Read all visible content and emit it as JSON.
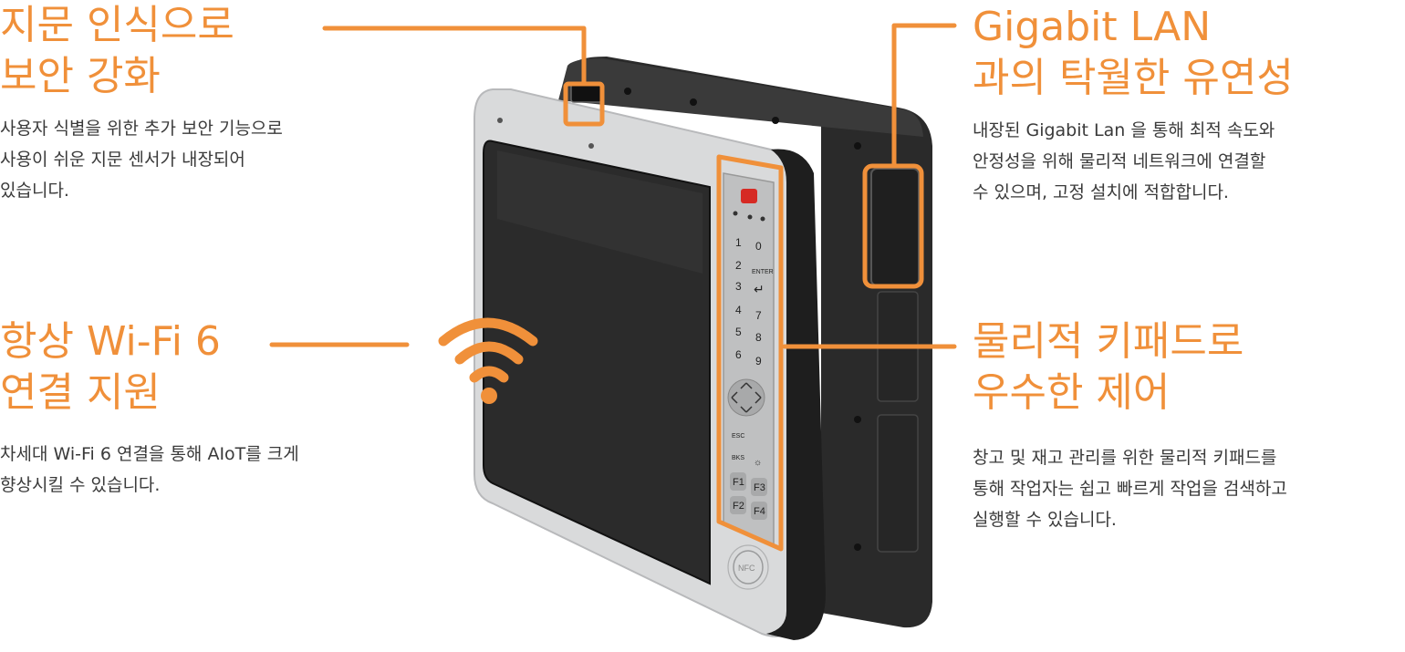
{
  "accent_color": "#f0903a",
  "features": {
    "fingerprint": {
      "title_lines": [
        "지문 인식으로",
        "보안 강화"
      ],
      "desc_lines": [
        "사용자 식별을 위한 추가 보안 기능으로",
        "사용이 쉬운 지문 센서가 내장되어",
        "있습니다."
      ]
    },
    "wifi": {
      "title_lines": [
        "항상 Wi-Fi 6",
        "연결 지원"
      ],
      "desc_lines": [
        "차세대 Wi-Fi 6 연결을 통해 AIoT를 크게",
        "향상시킬 수 있습니다."
      ]
    },
    "lan": {
      "title_lines": [
        "Gigabit LAN",
        "과의 탁월한 유연성"
      ],
      "desc_lines": [
        "내장된 Gigabit Lan 을 통해 최적 속도와",
        "안정성을 위해 물리적 네트워크에 연결할",
        "수 있으며, 고정 설치에 적합합니다."
      ]
    },
    "keypad": {
      "title_lines": [
        "물리적 키패드로",
        "우수한 제어"
      ],
      "desc_lines": [
        "창고 및 재고 관리를 위한 물리적 키패드를",
        "통해 작업자는 쉽고 빠르게 작업을 검색하고",
        "실행할 수 있습니다."
      ]
    }
  },
  "keypad": {
    "number_keys": [
      "1",
      "0",
      "2",
      "3",
      "4",
      "7",
      "5",
      "8",
      "6",
      "9"
    ],
    "enter_label": "ENTER",
    "esc_label": "ESC",
    "bks_label": "BKS",
    "fn_keys": [
      "F1",
      "F3",
      "F2",
      "F4"
    ]
  },
  "nfc_label": "NFC",
  "icons": [
    "wifi-icon",
    "power-icon",
    "enter-arrow-icon",
    "dpad-icon",
    "brightness-icon",
    "nfc-icon"
  ]
}
